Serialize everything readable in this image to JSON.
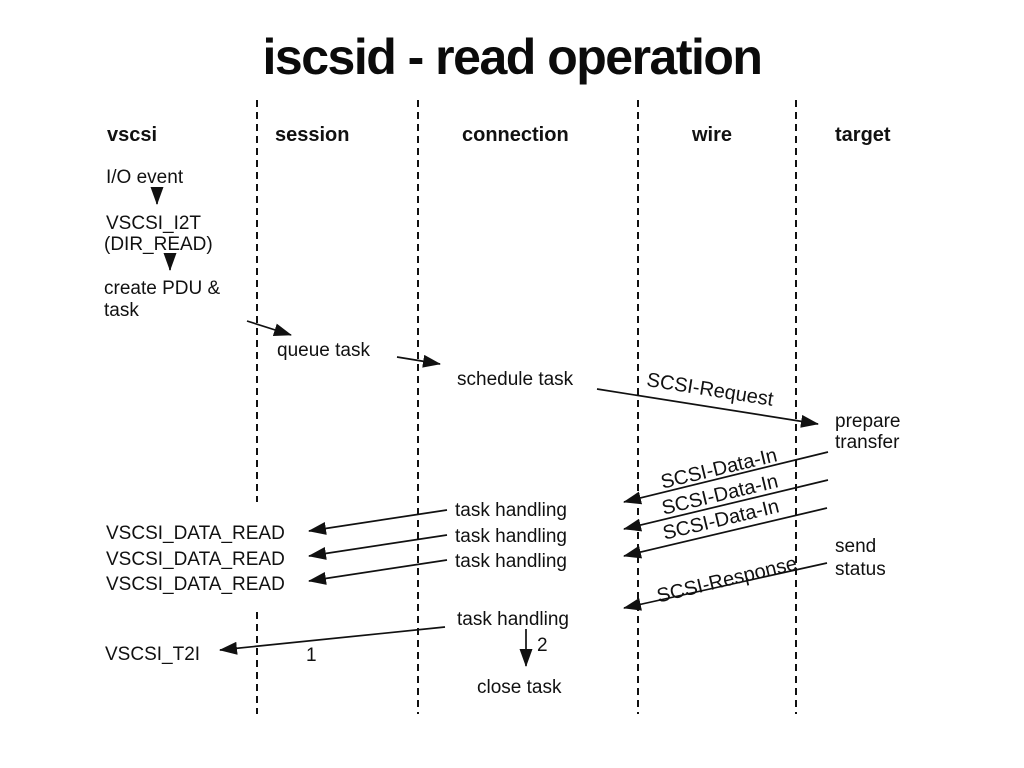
{
  "title": "iscsid - read operation",
  "colors": {
    "ink": "#111111",
    "background": "#ffffff"
  },
  "columns": {
    "vscsi": "vscsi",
    "session": "session",
    "connection": "connection",
    "wire": "wire",
    "target": "target"
  },
  "vscsi_column": {
    "io_event": "I/O event",
    "i2t_call": "VSCSI_I2T",
    "i2t_arg": "(DIR_READ)",
    "create_pdu": "create PDU & task",
    "data_read_events": [
      "VSCSI_DATA_READ",
      "VSCSI_DATA_READ",
      "VSCSI_DATA_READ"
    ],
    "t2i_call": "VSCSI_T2I"
  },
  "session_column": {
    "queue_task": "queue task",
    "step_label": "1"
  },
  "connection_column": {
    "schedule_task": "schedule task",
    "task_handling": [
      "task handling",
      "task handling",
      "task handling",
      "task handling"
    ],
    "step_label": "2",
    "close_task": "close task"
  },
  "wire_column": {
    "scsi_request": "SCSI-Request",
    "scsi_data_in": [
      "SCSI-Data-In",
      "SCSI-Data-In",
      "SCSI-Data-In"
    ],
    "scsi_response": "SCSI-Response"
  },
  "target_column": {
    "prepare_transfer": "prepare transfer",
    "send_status": "send status"
  }
}
